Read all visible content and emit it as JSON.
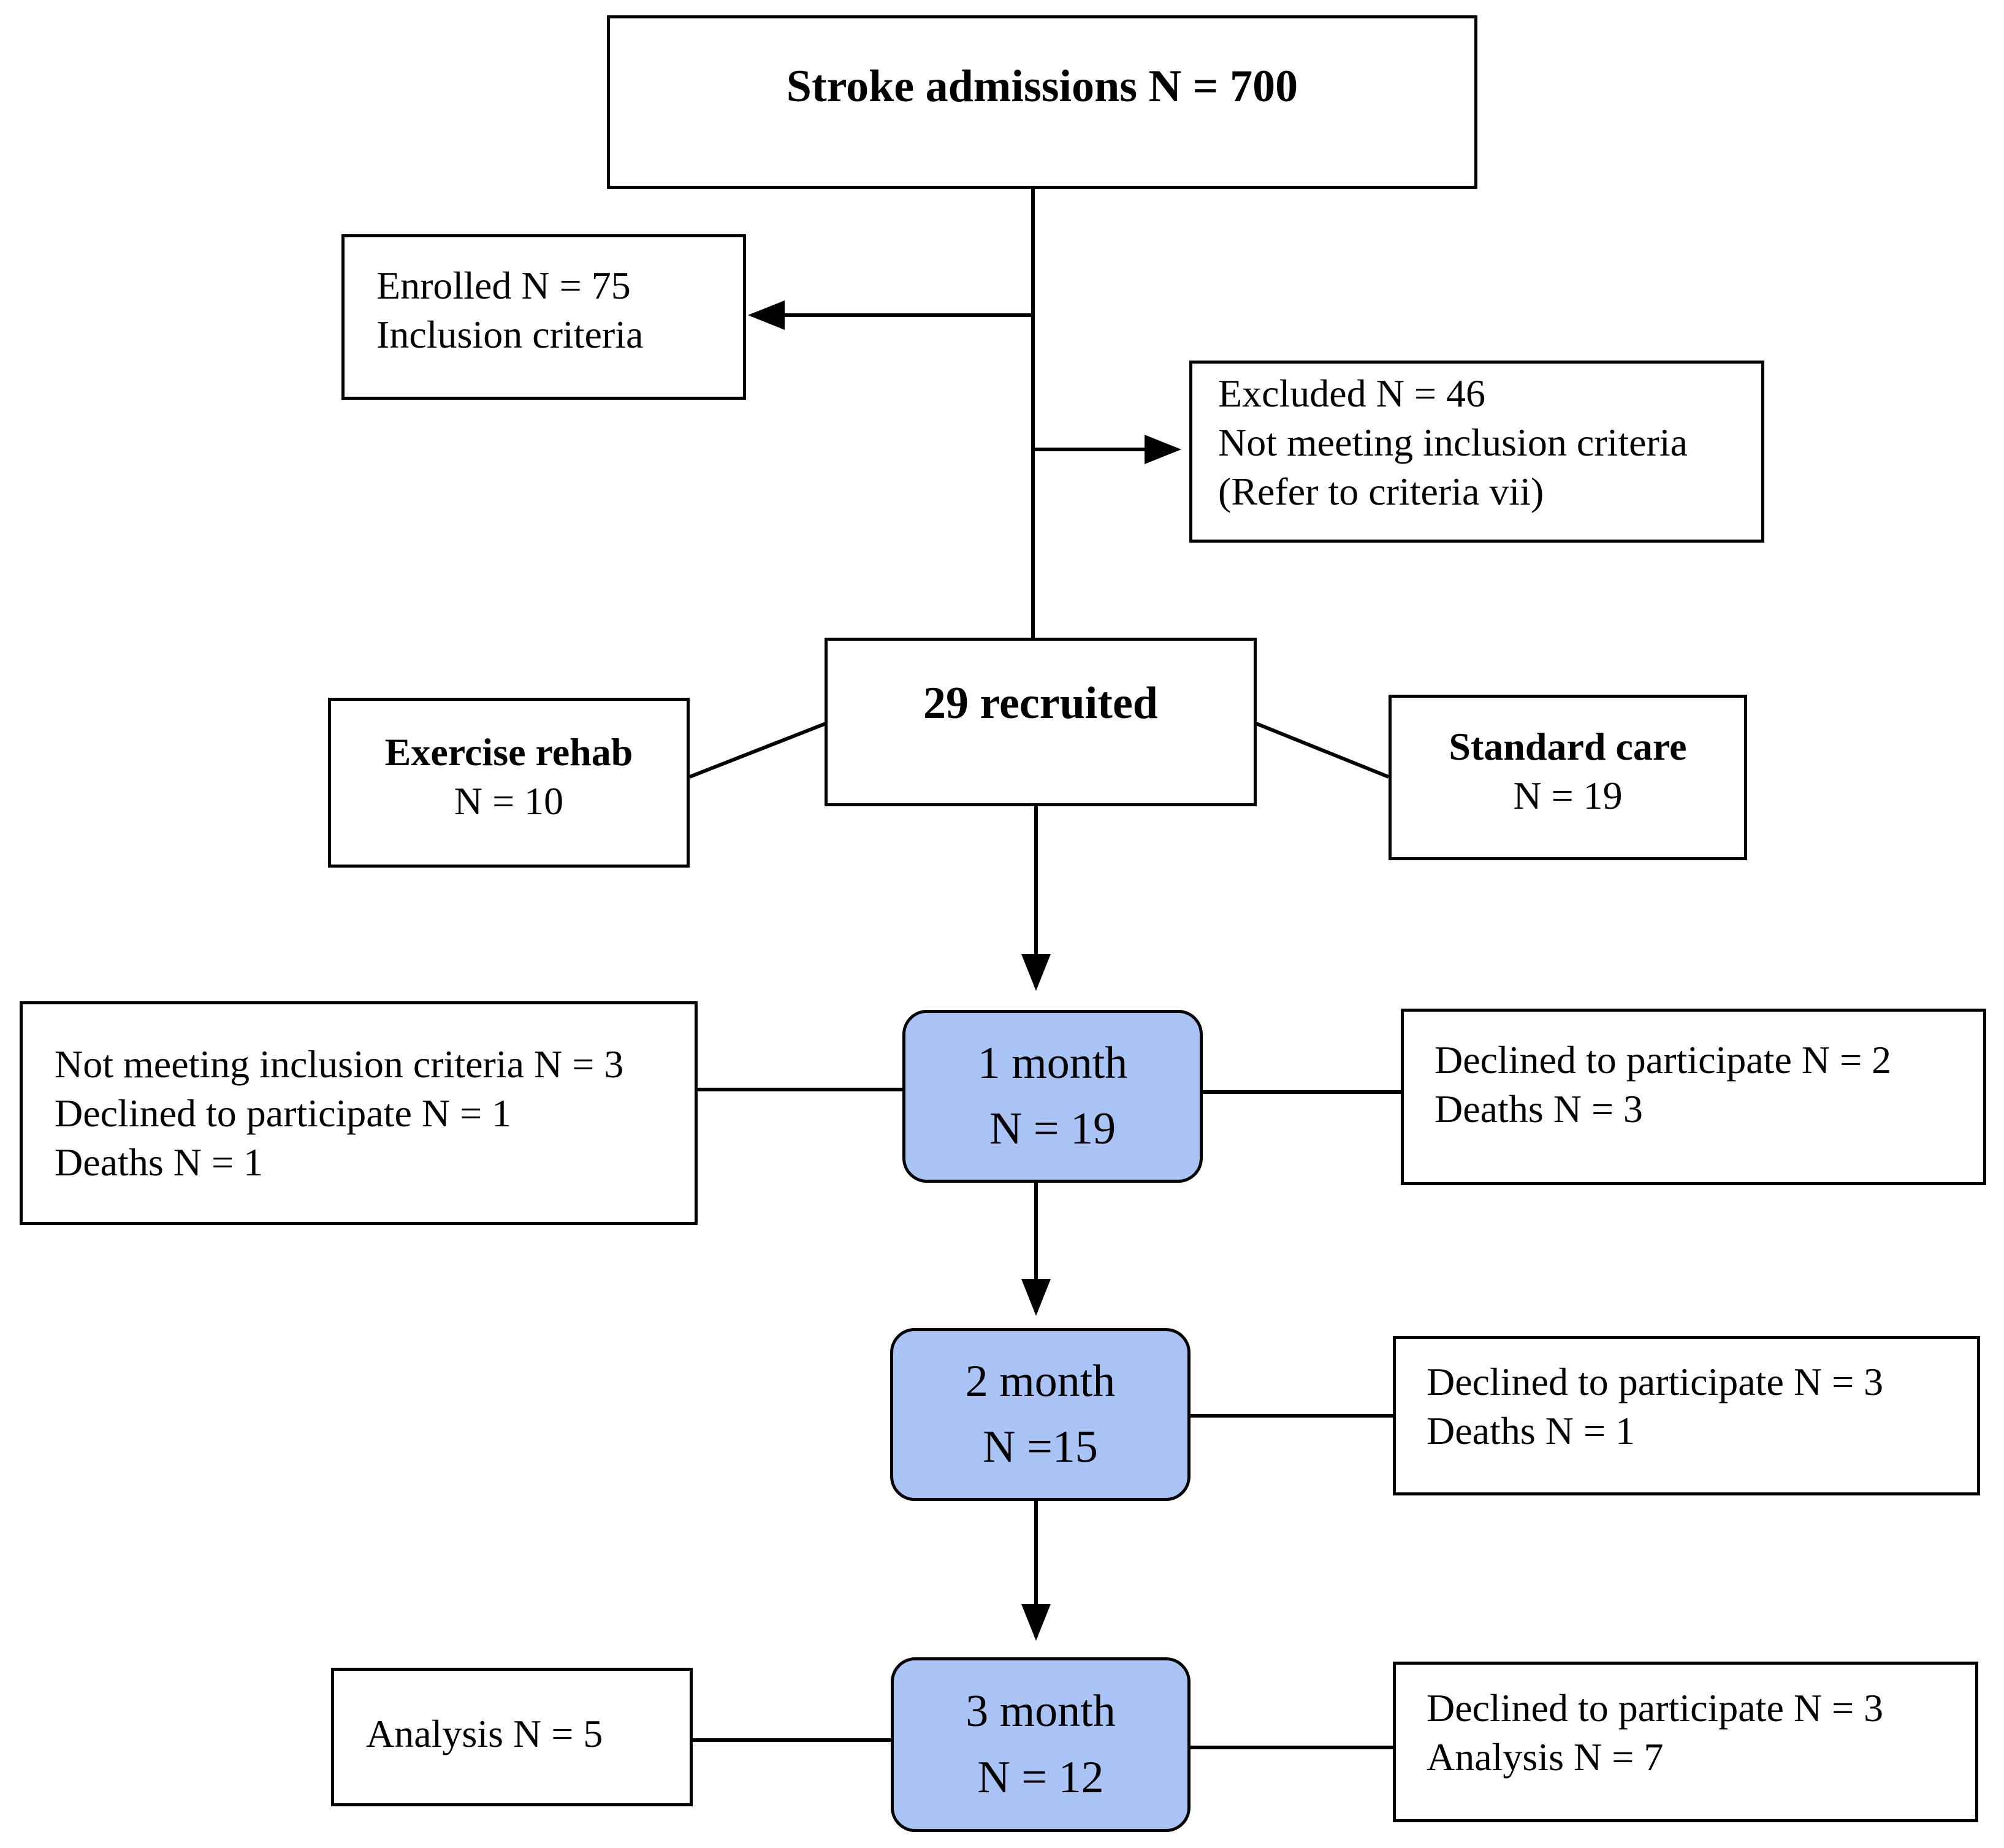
{
  "admissions": {
    "text": "Stroke admissions N = 700"
  },
  "enrolled": {
    "count": "Enrolled N = 75",
    "note": "Inclusion criteria"
  },
  "excluded": {
    "count": "Excluded N = 46",
    "reason": "Not meeting inclusion criteria",
    "ref": "(Refer to criteria vii)"
  },
  "recruited": {
    "text": "29 recruited"
  },
  "exercise": {
    "title": "Exercise rehab",
    "n": "N = 10"
  },
  "standard": {
    "title": "Standard care",
    "n": "N = 19"
  },
  "month1": {
    "label": "1 month",
    "n": "N = 19",
    "left": [
      "Not meeting inclusion criteria N = 3",
      "Declined to participate N = 1",
      "Deaths N = 1"
    ],
    "right": [
      "Declined to participate N = 2",
      "Deaths N = 3"
    ]
  },
  "month2": {
    "label": "2 month",
    "n": "N =15",
    "right": [
      "Declined to participate N = 3",
      "Deaths N = 1"
    ]
  },
  "month3": {
    "label": "3 month",
    "n": "N = 12",
    "left": [
      "Analysis N = 5"
    ],
    "right": [
      "Declined to participate N = 3",
      "Analysis N = 7"
    ]
  }
}
